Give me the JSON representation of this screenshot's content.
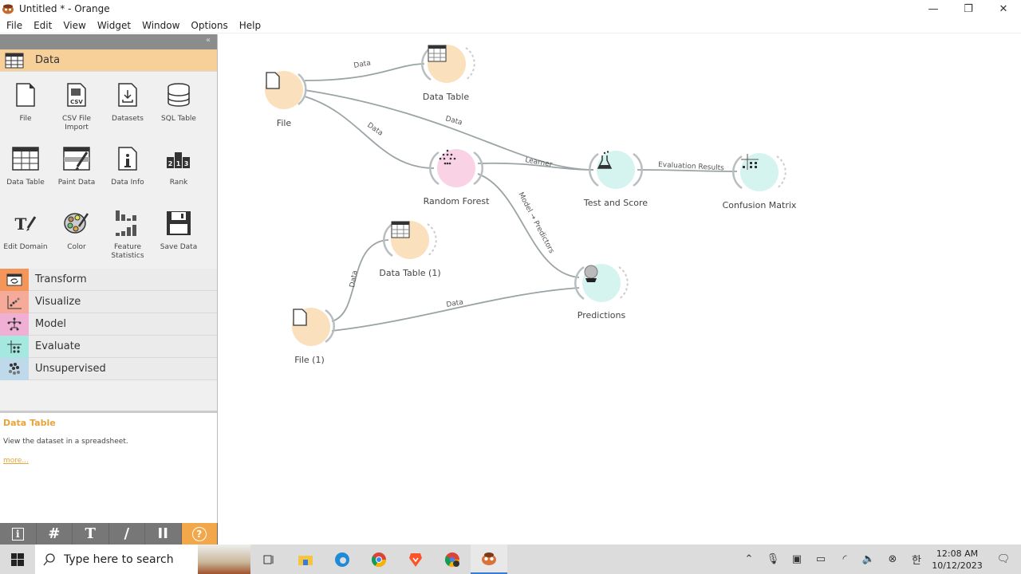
{
  "window": {
    "title": "Untitled * - Orange",
    "controls": {
      "minimize": "—",
      "restore": "❐",
      "close": "✕"
    }
  },
  "menu": [
    "File",
    "Edit",
    "View",
    "Widget",
    "Window",
    "Options",
    "Help"
  ],
  "sidebar": {
    "collapse_glyph": "«",
    "active_category": "Data",
    "widgets": [
      {
        "label": "File",
        "icon": "file-icon"
      },
      {
        "label": "CSV File Import",
        "icon": "csv-icon"
      },
      {
        "label": "Datasets",
        "icon": "datasets-icon"
      },
      {
        "label": "SQL Table",
        "icon": "database-icon"
      },
      {
        "label": "Data Table",
        "icon": "table-icon"
      },
      {
        "label": "Paint Data",
        "icon": "paint-icon"
      },
      {
        "label": "Data Info",
        "icon": "info-icon"
      },
      {
        "label": "Rank",
        "icon": "rank-icon"
      },
      {
        "label": "Edit Domain",
        "icon": "edit-domain-icon"
      },
      {
        "label": "Color",
        "icon": "palette-icon"
      },
      {
        "label": "Feature Statistics",
        "icon": "statistics-icon"
      },
      {
        "label": "Save Data",
        "icon": "save-icon"
      }
    ],
    "categories": [
      {
        "label": "Transform",
        "color": "#f4955a"
      },
      {
        "label": "Visualize",
        "color": "#f5aa9a"
      },
      {
        "label": "Model",
        "color": "#f0b0d6"
      },
      {
        "label": "Evaluate",
        "color": "#a5e8df"
      },
      {
        "label": "Unsupervised",
        "color": "#bed9ea"
      }
    ]
  },
  "help": {
    "title": "Data Table",
    "description": "View the dataset in a spreadsheet.",
    "more": "more..."
  },
  "toolbar": {
    "info": "i",
    "grid": "#",
    "text": "T",
    "pen": "/",
    "pause": "II",
    "help": "?"
  },
  "canvas": {
    "nodes": [
      {
        "id": "file",
        "label": "File",
        "color": "#fbe0bd"
      },
      {
        "id": "data-table",
        "label": "Data Table",
        "color": "#fbe0bd"
      },
      {
        "id": "random-forest",
        "label": "Random Forest",
        "color": "#fad2e6"
      },
      {
        "id": "test-and-score",
        "label": "Test and Score",
        "color": "#d6f4ef"
      },
      {
        "id": "confusion-matrix",
        "label": "Confusion Matrix",
        "color": "#d6f4ef"
      },
      {
        "id": "data-table-1",
        "label": "Data Table (1)",
        "color": "#fbe0bd"
      },
      {
        "id": "predictions",
        "label": "Predictions",
        "color": "#d6f4ef"
      },
      {
        "id": "file-1",
        "label": "File (1)",
        "color": "#fbe0bd"
      }
    ],
    "links": [
      {
        "from": "File",
        "to": "Data Table",
        "label": "Data"
      },
      {
        "from": "File",
        "to": "Test and Score",
        "label": "Data"
      },
      {
        "from": "File",
        "to": "Random Forest",
        "label": "Data"
      },
      {
        "from": "Random Forest",
        "to": "Test and Score",
        "label": "Learner"
      },
      {
        "from": "Test and Score",
        "to": "Confusion Matrix",
        "label": "Evaluation Results"
      },
      {
        "from": "Random Forest",
        "to": "Predictions",
        "label": "Model → Predictors"
      },
      {
        "from": "File (1)",
        "to": "Data Table (1)",
        "label": "Data"
      },
      {
        "from": "File (1)",
        "to": "Predictions",
        "label": "Data"
      }
    ]
  },
  "taskbar": {
    "search_placeholder": "Type here to search",
    "time": "12:08 AM",
    "date": "10/12/2023",
    "ime": "한"
  }
}
